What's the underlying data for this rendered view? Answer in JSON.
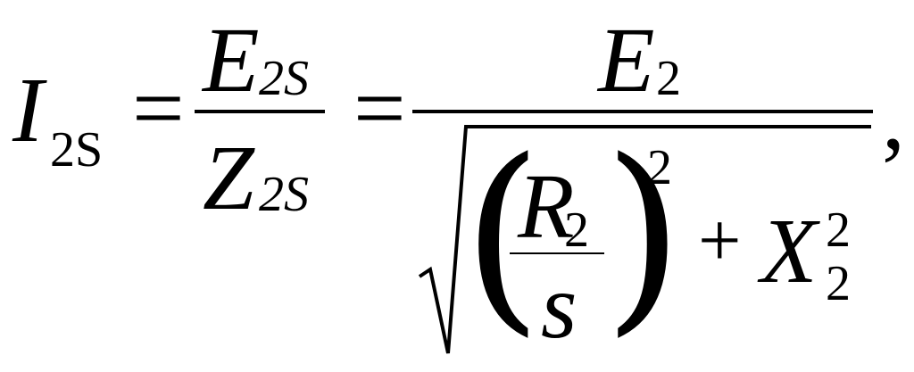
{
  "formula": {
    "lhs": {
      "symbol": "I",
      "subscript": "2S"
    },
    "eq1": "=",
    "fraction1": {
      "numerator": {
        "symbol": "E",
        "subscript": "2S"
      },
      "denominator": {
        "symbol": "Z",
        "subscript": "2S"
      }
    },
    "eq2": "=",
    "fraction2": {
      "numerator": {
        "symbol": "E",
        "subscript": "2"
      },
      "denominator": {
        "left_paren": "(",
        "right_paren": ")",
        "inner_fraction": {
          "numerator": {
            "symbol": "R",
            "subscript": "2"
          },
          "denominator": "s"
        },
        "paren_exponent": "2",
        "plus": "+",
        "term": {
          "symbol": "X",
          "superscript": "2",
          "subscript": "2"
        }
      }
    },
    "trailing": ","
  }
}
